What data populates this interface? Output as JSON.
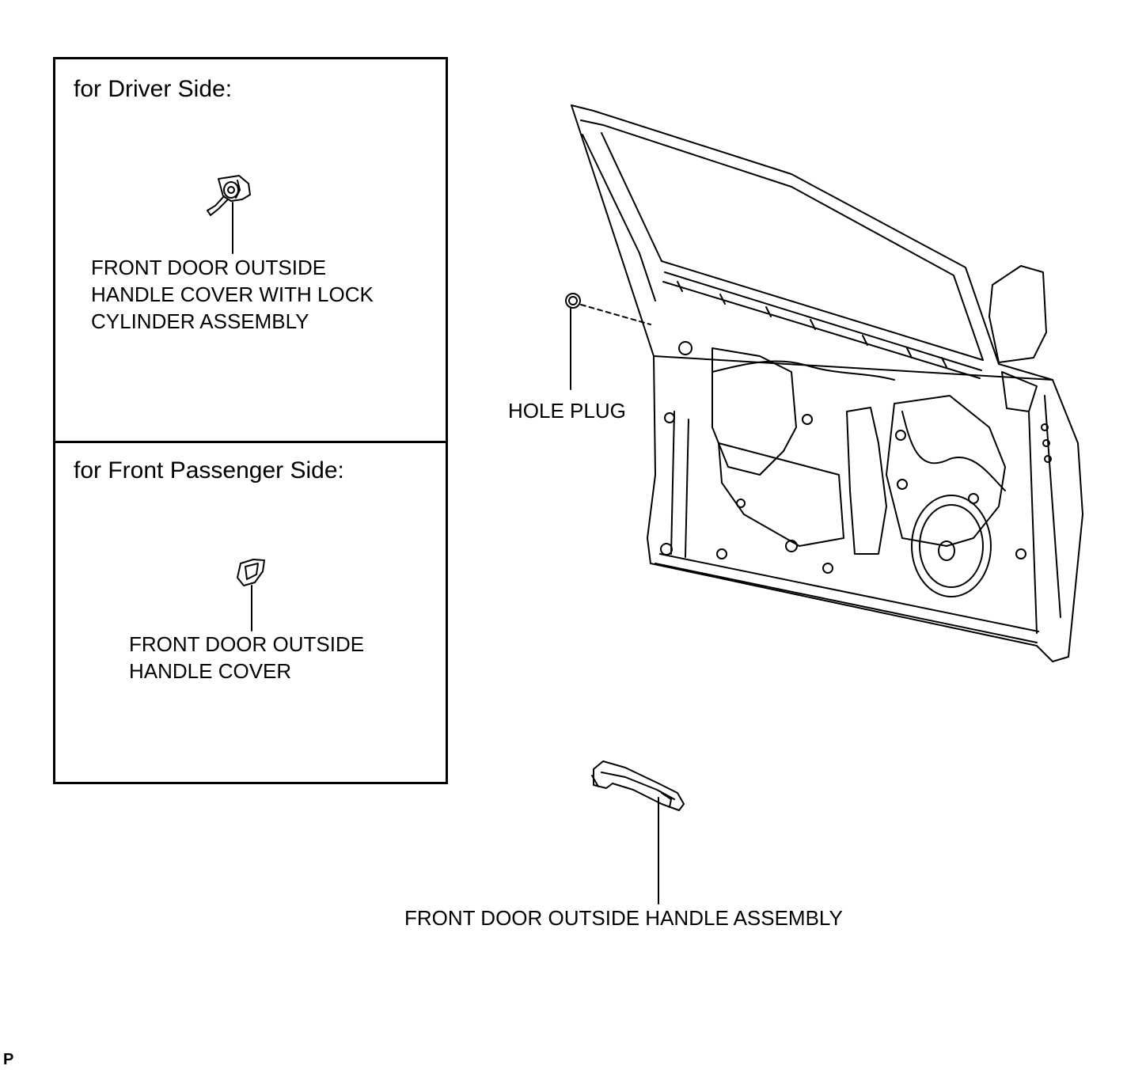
{
  "driver_box": {
    "title": "for Driver Side:",
    "part_label": "FRONT DOOR OUTSIDE\nHANDLE COVER WITH LOCK\nCYLINDER ASSEMBLY"
  },
  "passenger_box": {
    "title": "for Front Passenger Side:",
    "part_label": "FRONT DOOR OUTSIDE\nHANDLE COVER"
  },
  "callouts": {
    "hole_plug": "HOLE PLUG",
    "outside_handle": "FRONT DOOR OUTSIDE HANDLE ASSEMBLY"
  },
  "corner_code": "P"
}
